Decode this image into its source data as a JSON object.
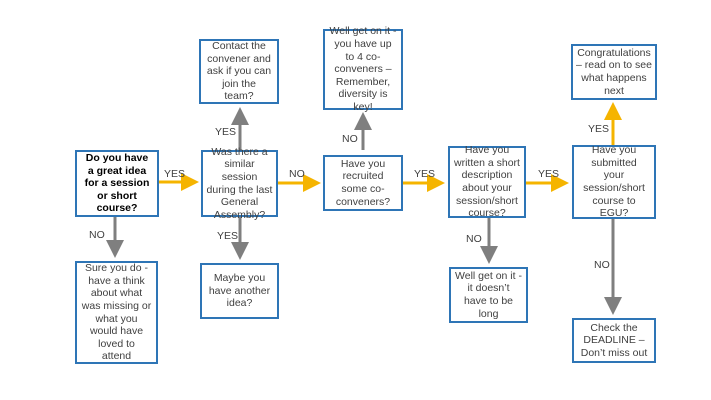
{
  "colors": {
    "box_border": "#2e75b6",
    "yes_arrow": "#f5b400",
    "no_arrow": "#7f7f7f",
    "text": "#404040"
  },
  "nodes": {
    "start": "Do you have\na great idea\nfor a session\nor short\ncourse?",
    "sure": "Sure you do -\nhave a think\nabout what\nwas missing or\nwhat you\nwould have\nloved to\nattend",
    "similar": "Was there a\nsimilar session\nduring the last\nGeneral\nAssembly?",
    "contact": "Contact the\nconvener and\nask if you can\njoin the\nteam?",
    "maybe": "Maybe you\nhave another\nidea?",
    "recruited": "Have you\nrecruited\nsome co-\nconveners?",
    "get_on_conveners": "Well get on it -\nyou  have up\nto 4 co-\nconveners –\nRemember,\ndiversity is key!",
    "written": "Have you\nwritten a short\ndescription\nabout your\nsession/short\ncourse?",
    "get_on_desc": "Well get on it -\nit doesn’t\nhave to be\nlong",
    "submitted": "Have you\nsubmitted\nyour\nsession/short\ncourse to\nEGU?",
    "congrats": "Congratulations\n– read on to see\nwhat happens\nnext",
    "deadline": "Check the\nDEADLINE –\nDon’t miss out"
  },
  "labels": {
    "yes_1": "YES",
    "no_1": "NO",
    "yes_up_similar": "YES",
    "yes_down_similar": "YES",
    "no_2": "NO",
    "no_up_recruited": "NO",
    "yes_3": "YES",
    "no_down_written": "NO",
    "yes_4": "YES",
    "yes_up_submitted": "YES",
    "no_down_submitted": "NO"
  }
}
